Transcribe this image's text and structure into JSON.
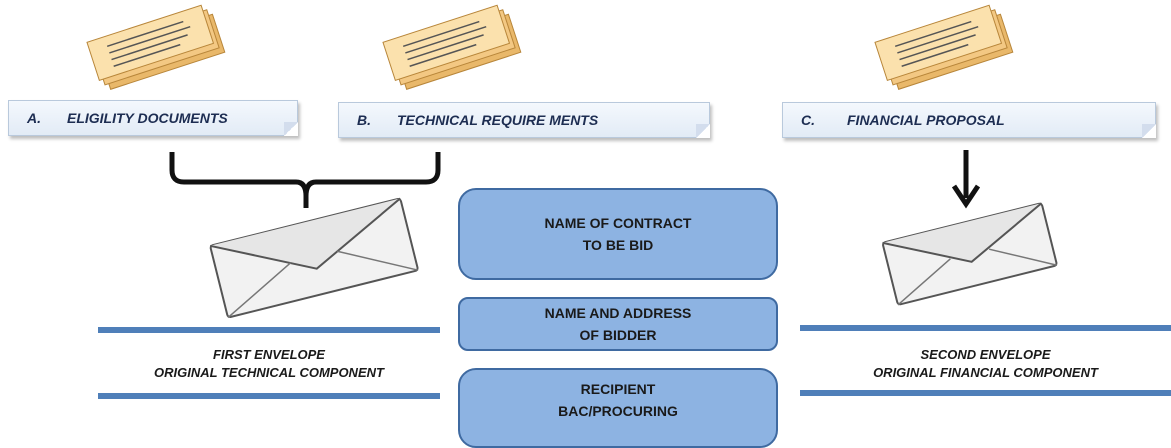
{
  "documents": {
    "a": {
      "letter": "A.",
      "label": "ELIGILITY DOCUMENTS"
    },
    "b": {
      "letter": "B.",
      "label": "TECHNICAL REQUIRE MENTS"
    },
    "c": {
      "letter": "C.",
      "label": "FINANCIAL PROPOSAL"
    }
  },
  "center": {
    "contract_line1": "NAME OF CONTRACT",
    "contract_line2": "TO BE BID",
    "bidder_line1": "NAME AND ADDRESS",
    "bidder_line2": "OF BIDDER",
    "recipient_line1": "RECIPIENT",
    "recipient_line2": "BAC/PROCURING"
  },
  "envelopes": {
    "first_line1": "FIRST ENVELOPE",
    "first_line2": "ORIGINAL TECHNICAL COMPONENT",
    "second_line1": "SECOND ENVELOPE",
    "second_line2": "ORIGINAL FINANCIAL COMPONENT"
  },
  "colors": {
    "box_fill": "#8db3e2",
    "box_border": "#3f6aa1",
    "bar": "#4f7fb9",
    "paper": "#f9d99a"
  }
}
